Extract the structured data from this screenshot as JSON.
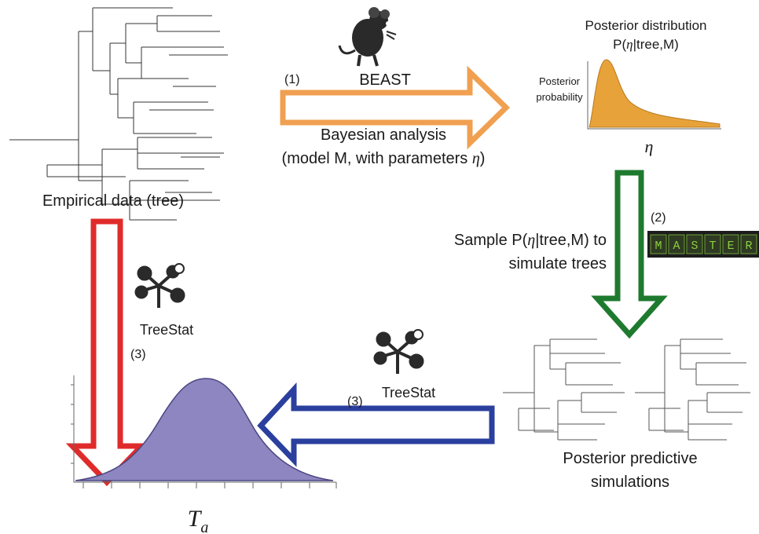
{
  "empirical": {
    "caption": "Empirical data (tree)"
  },
  "step1": {
    "number": "(1)",
    "tool": "BEAST",
    "desc_line1": "Bayesian analysis",
    "desc_line2_prefix": "(model M, with parameters ",
    "desc_line2_symbol": "η",
    "desc_line2_suffix": ")"
  },
  "posterior": {
    "title_line1": "Posterior distribution",
    "title_prefix": "P(",
    "title_symbol": "η",
    "title_suffix": "|tree,M)",
    "ylabel_line1": "Posterior",
    "ylabel_line2": "probability",
    "xlabel": "η"
  },
  "step2": {
    "number": "(2)",
    "line1_prefix": "Sample P(",
    "line1_symbol": "η",
    "line1_suffix": "|tree,M) to",
    "line2": "simulate trees",
    "logo_letters": [
      "M",
      "A",
      "S",
      "T",
      "E",
      "R"
    ]
  },
  "simulations": {
    "caption_line1": "Posterior predictive",
    "caption_line2": "simulations"
  },
  "step3_blue": {
    "number": "(3)",
    "tool": "TreeStat"
  },
  "step3_red": {
    "tool": "TreeStat",
    "number": "(3)"
  },
  "statistic": {
    "symbol": "T",
    "subscript": "a"
  },
  "icons": [
    "mouse-icon",
    "treestat-icon"
  ],
  "colors": {
    "orange": "#f0a050",
    "green": "#1e7a2e",
    "blue": "#2a3f9e",
    "red": "#e02b2b",
    "purple_fill": "#8d86c0",
    "orange_fill": "#e8a23a",
    "master_bg": "#1c1c1c",
    "master_text": "#8ccf3f"
  }
}
